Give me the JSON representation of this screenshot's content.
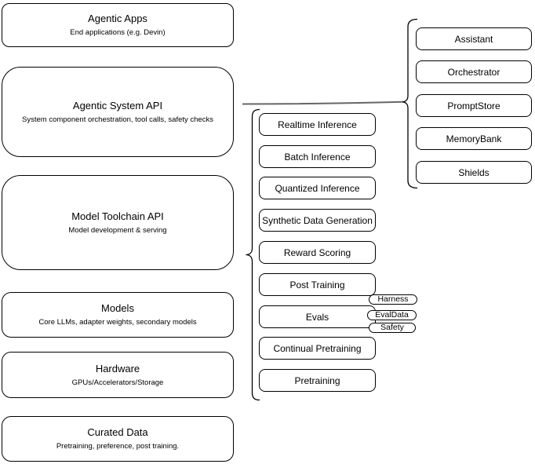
{
  "diagram": {
    "left_stack": [
      {
        "title": "Agentic Apps",
        "subtitle": "End applications (e.g. Devin)"
      },
      {
        "title": "Agentic System API",
        "subtitle": "System component orchestration, tool calls, safety checks"
      },
      {
        "title": "Model Toolchain API",
        "subtitle": "Model development & serving"
      },
      {
        "title": "Models",
        "subtitle": "Core LLMs, adapter weights, secondary models"
      },
      {
        "title": "Hardware",
        "subtitle": "GPUs/Accelerators/Storage"
      },
      {
        "title": "Curated Data",
        "subtitle": "Pretraining, preference, post training."
      }
    ],
    "toolchain_items": [
      "Realtime Inference",
      "Batch Inference",
      "Quantized Inference",
      "Synthetic Data Generation",
      "Reward Scoring",
      "Post Training",
      "Evals",
      "Continual Pretraining",
      "Pretraining"
    ],
    "evals_tags": [
      "Harness",
      "EvalData",
      "Safety"
    ],
    "system_components": [
      "Assistant",
      "Orchestrator",
      "PromptStore",
      "MemoryBank",
      "Shields"
    ],
    "colors": {
      "stroke": "#000000",
      "fill": "#ffffff",
      "text": "#000000",
      "connector_line": "#666666"
    }
  }
}
